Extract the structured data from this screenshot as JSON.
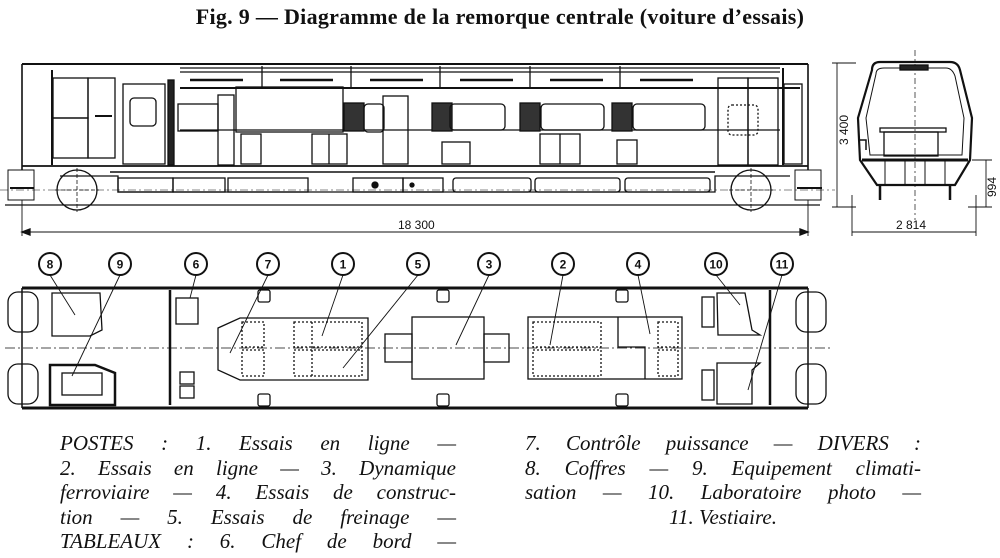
{
  "figure": {
    "title": "Fig. 9 — Diagramme de la remorque centrale (voiture d’essais)"
  },
  "side_view": {
    "length_dimension": "18 300",
    "height_dimension": "3 400"
  },
  "cross_section": {
    "width_dimension": "2 814",
    "floor_height_dimension": "994"
  },
  "plan_view": {
    "callouts": [
      "8",
      "9",
      "6",
      "7",
      "1",
      "5",
      "3",
      "2",
      "4",
      "10",
      "11"
    ]
  },
  "caption": {
    "left_lines": [
      "POSTES : 1. Essais en ligne —",
      "2. Essais en ligne — 3. Dynamique",
      "ferroviaire — 4. Essais de construc-",
      "tion — 5. Essais de freinage —",
      "TABLEAUX : 6. Chef de bord —"
    ],
    "right_lines": [
      "7. Contrôle puissance — DIVERS :",
      "8. Coffres — 9. Equipement climati-",
      "sation — 10. Laboratoire photo —",
      "11. Vestiaire."
    ]
  },
  "legend": [
    {
      "num": "1",
      "group": "POSTES",
      "label": "Essais en ligne"
    },
    {
      "num": "2",
      "group": "POSTES",
      "label": "Essais en ligne"
    },
    {
      "num": "3",
      "group": "POSTES",
      "label": "Dynamique ferroviaire"
    },
    {
      "num": "4",
      "group": "POSTES",
      "label": "Essais de construction"
    },
    {
      "num": "5",
      "group": "POSTES",
      "label": "Essais de freinage"
    },
    {
      "num": "6",
      "group": "TABLEAUX",
      "label": "Chef de bord"
    },
    {
      "num": "7",
      "group": "TABLEAUX",
      "label": "Contrôle puissance"
    },
    {
      "num": "8",
      "group": "DIVERS",
      "label": "Coffres"
    },
    {
      "num": "9",
      "group": "DIVERS",
      "label": "Equipement climatisation"
    },
    {
      "num": "10",
      "group": "DIVERS",
      "label": "Laboratoire photo"
    },
    {
      "num": "11",
      "group": "DIVERS",
      "label": "Vestiaire"
    }
  ]
}
